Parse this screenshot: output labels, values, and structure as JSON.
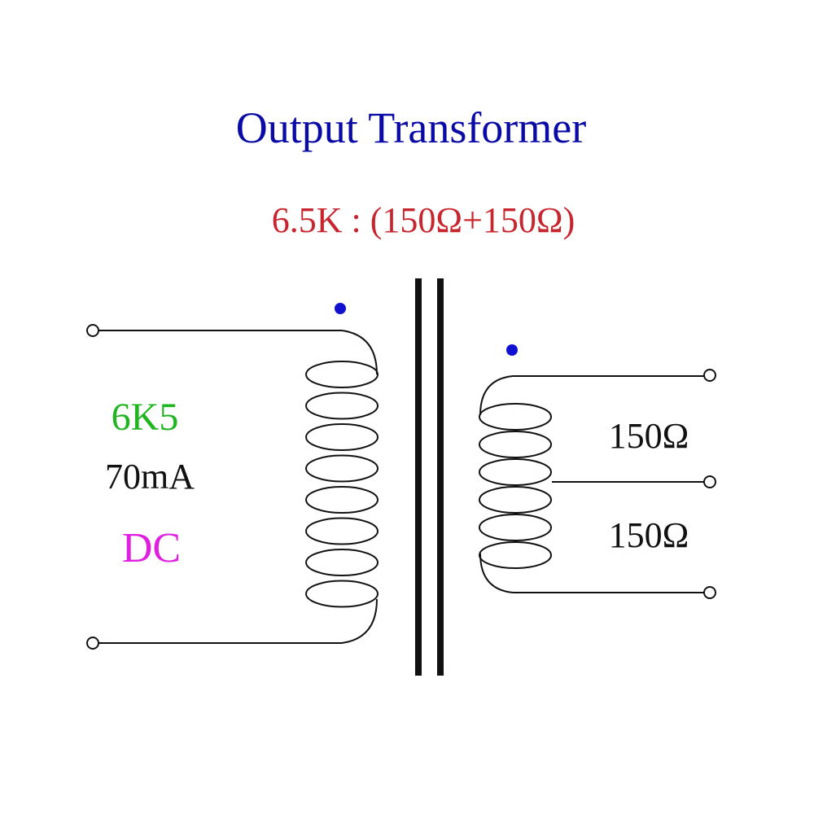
{
  "title": "Output Transformer",
  "ratio": "6.5K : (150Ω+150Ω)",
  "primary": {
    "tube": "6K5",
    "current": "70mA",
    "supply": "DC",
    "turns": 8
  },
  "secondary": {
    "upper_winding": "150Ω",
    "lower_winding": "150Ω",
    "turns": 6
  },
  "colors": {
    "title": "#0a0aa6",
    "ratio": "#c8262e",
    "tube": "#1fb51f",
    "current": "#111111",
    "supply": "#e020e0",
    "polarity_dot": "#1010d0",
    "wire": "#111111"
  }
}
